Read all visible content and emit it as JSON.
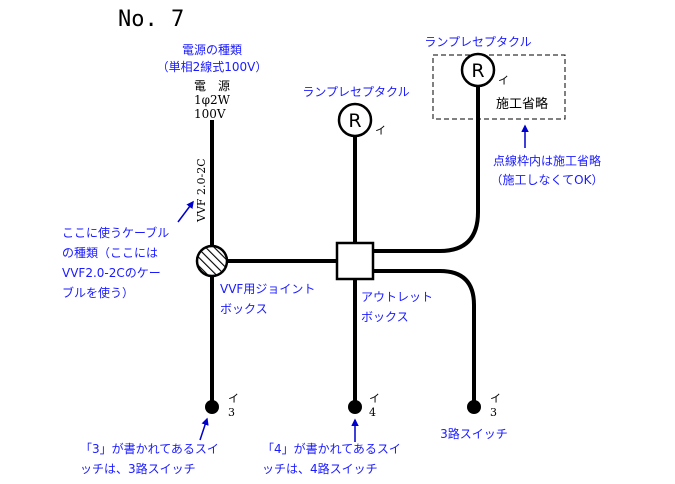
{
  "title": "No. 7",
  "power_label": {
    "line1": "電源の種類",
    "line2": "（単相2線式100V）"
  },
  "source": {
    "line1": "電　源",
    "line2": "1φ2W",
    "line3": "100V"
  },
  "cable_label": "VVF 2.0-2C",
  "receptacles": [
    {
      "label": "ランプレセプタクル",
      "symbol": "R",
      "mark": "イ"
    },
    {
      "label": "ランプレセプタクル",
      "symbol": "R",
      "mark": "イ"
    }
  ],
  "omitted_text": "施工省略",
  "dotted_note": {
    "line1": "点線枠内は施工省略",
    "line2": "（施工しなくてOK）"
  },
  "cable_note": {
    "line1": "ここに使うケーブル",
    "line2": "の種類（ここには",
    "line3": "VVF2.0-2Cのケー",
    "line4": "ブルを使う）"
  },
  "joint_box_label": {
    "line1": "VVF用ジョイント",
    "line2": "ボックス"
  },
  "outlet_box_label": {
    "line1": "アウトレット",
    "line2": "ボックス"
  },
  "switches": [
    {
      "mark": "イ",
      "number": "3"
    },
    {
      "mark": "イ",
      "number": "4"
    },
    {
      "mark": "イ",
      "number": "3"
    }
  ],
  "switch_notes": {
    "left_line1": "「3」が書かれてあるスイ",
    "left_line2": "ッチは、3路スイッチ",
    "mid_line1": "「4」が書かれてあるスイ",
    "mid_line2": "ッチは、4路スイッチ",
    "right": "3路スイッチ"
  },
  "colors": {
    "line": "#000000",
    "annotation": "#1a1aff",
    "arrow": "#0000cc"
  }
}
